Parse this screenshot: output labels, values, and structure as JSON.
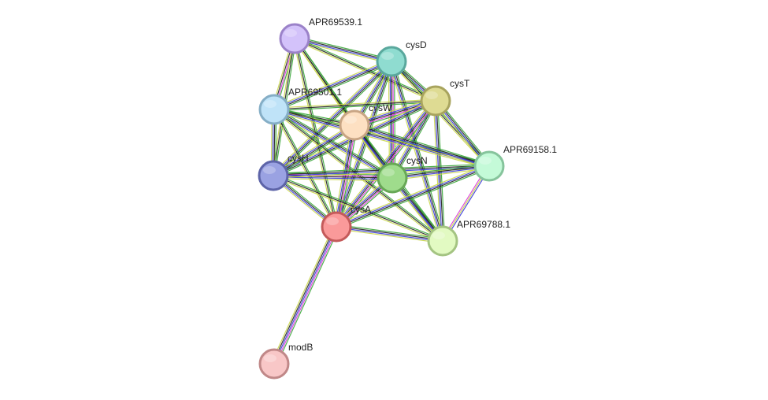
{
  "network": {
    "nodes": [
      {
        "id": "APR69539.1",
        "label": "APR69539.1",
        "fill": "#d3c2fa",
        "stroke": "#9b82c9"
      },
      {
        "id": "cysD",
        "label": "cysD",
        "fill": "#8fdcd0",
        "stroke": "#5aa89d"
      },
      {
        "id": "cysT",
        "label": "cysT",
        "fill": "#dedb93",
        "stroke": "#a8a45e"
      },
      {
        "id": "APR69501.1",
        "label": "APR69501.1",
        "fill": "#bfe3f8",
        "stroke": "#85aec6"
      },
      {
        "id": "cysW",
        "label": "cysW",
        "fill": "#fde0c2",
        "stroke": "#c8a584"
      },
      {
        "id": "cysH",
        "label": "cysH",
        "fill": "#9aa2e2",
        "stroke": "#5d64a8"
      },
      {
        "id": "cysN",
        "label": "cysN",
        "fill": "#9fdc8c",
        "stroke": "#68a856"
      },
      {
        "id": "APR69158.1",
        "label": "APR69158.1",
        "fill": "#c4fad8",
        "stroke": "#86c49c"
      },
      {
        "id": "cysA",
        "label": "cysA",
        "fill": "#fa9a9a",
        "stroke": "#c45a5a"
      },
      {
        "id": "APR69788.1",
        "label": "APR69788.1",
        "fill": "#e2fac2",
        "stroke": "#a4c482"
      },
      {
        "id": "modB",
        "label": "modB",
        "fill": "#f8c7c7",
        "stroke": "#c08888"
      }
    ],
    "edges": [
      {
        "source": "APR69539.1",
        "target": "cysD",
        "colors": [
          "#3aa63a",
          "#222222",
          "#3a3ad9",
          "#c9d64a"
        ]
      },
      {
        "source": "APR69539.1",
        "target": "cysT",
        "colors": [
          "#3aa63a",
          "#222222",
          "#c9d64a"
        ]
      },
      {
        "source": "APR69539.1",
        "target": "APR69501.1",
        "colors": [
          "#3aa63a",
          "#d93ad9",
          "#222222",
          "#c9d64a"
        ]
      },
      {
        "source": "APR69539.1",
        "target": "cysW",
        "colors": [
          "#3aa63a",
          "#222222",
          "#c9d64a"
        ]
      },
      {
        "source": "APR69539.1",
        "target": "cysH",
        "colors": [
          "#3aa63a",
          "#222222",
          "#c9d64a"
        ]
      },
      {
        "source": "APR69539.1",
        "target": "cysN",
        "colors": [
          "#3aa63a",
          "#222222",
          "#c9d64a"
        ]
      },
      {
        "source": "APR69539.1",
        "target": "cysA",
        "colors": [
          "#3aa63a",
          "#222222",
          "#c9d64a"
        ]
      },
      {
        "source": "cysD",
        "target": "cysT",
        "colors": [
          "#3aa63a",
          "#222222",
          "#3a3ad9",
          "#c9d64a"
        ]
      },
      {
        "source": "cysD",
        "target": "APR69501.1",
        "colors": [
          "#3aa63a",
          "#222222",
          "#3a3ad9",
          "#c9d64a"
        ]
      },
      {
        "source": "cysD",
        "target": "cysW",
        "colors": [
          "#3aa63a",
          "#222222",
          "#3a3ad9",
          "#c9d64a"
        ]
      },
      {
        "source": "cysD",
        "target": "cysH",
        "colors": [
          "#3aa63a",
          "#222222",
          "#3a3ad9",
          "#c9d64a"
        ]
      },
      {
        "source": "cysD",
        "target": "cysN",
        "colors": [
          "#3aa63a",
          "#d93ad9",
          "#222222",
          "#3a3ad9",
          "#c9d64a"
        ]
      },
      {
        "source": "cysD",
        "target": "APR69158.1",
        "colors": [
          "#3aa63a",
          "#222222",
          "#c9d64a"
        ]
      },
      {
        "source": "cysD",
        "target": "cysA",
        "colors": [
          "#3aa63a",
          "#222222",
          "#3a3ad9",
          "#c9d64a"
        ]
      },
      {
        "source": "cysD",
        "target": "APR69788.1",
        "colors": [
          "#3aa63a",
          "#222222",
          "#3a3ad9",
          "#c9d64a"
        ]
      },
      {
        "source": "cysT",
        "target": "APR69501.1",
        "colors": [
          "#3aa63a",
          "#222222",
          "#c9d64a"
        ]
      },
      {
        "source": "cysT",
        "target": "cysW",
        "colors": [
          "#3aa63a",
          "#d93ad9",
          "#222222",
          "#3a3ad9",
          "#c9d64a"
        ]
      },
      {
        "source": "cysT",
        "target": "cysH",
        "colors": [
          "#3aa63a",
          "#222222",
          "#3a3ad9",
          "#c9d64a"
        ]
      },
      {
        "source": "cysT",
        "target": "cysN",
        "colors": [
          "#3aa63a",
          "#222222",
          "#3a3ad9",
          "#c9d64a"
        ]
      },
      {
        "source": "cysT",
        "target": "APR69158.1",
        "colors": [
          "#3aa63a",
          "#222222",
          "#3a3ad9",
          "#c9d64a"
        ]
      },
      {
        "source": "cysT",
        "target": "cysA",
        "colors": [
          "#3aa63a",
          "#d93ad9",
          "#222222",
          "#3a3ad9",
          "#c9d64a"
        ]
      },
      {
        "source": "cysT",
        "target": "APR69788.1",
        "colors": [
          "#3aa63a",
          "#222222",
          "#3a3ad9",
          "#c9d64a"
        ]
      },
      {
        "source": "APR69501.1",
        "target": "cysW",
        "colors": [
          "#3aa63a",
          "#222222",
          "#c9d64a"
        ]
      },
      {
        "source": "APR69501.1",
        "target": "cysH",
        "colors": [
          "#3aa63a",
          "#222222",
          "#3a3ad9",
          "#c9d64a"
        ]
      },
      {
        "source": "APR69501.1",
        "target": "cysN",
        "colors": [
          "#3aa63a",
          "#222222",
          "#3a3ad9",
          "#c9d64a"
        ]
      },
      {
        "source": "APR69501.1",
        "target": "APR69158.1",
        "colors": [
          "#3aa63a",
          "#222222",
          "#3a3ad9",
          "#c9d64a"
        ]
      },
      {
        "source": "APR69501.1",
        "target": "cysA",
        "colors": [
          "#3aa63a",
          "#222222",
          "#c9d64a"
        ]
      },
      {
        "source": "APR69501.1",
        "target": "APR69788.1",
        "colors": [
          "#3aa63a",
          "#222222",
          "#c9d64a"
        ]
      },
      {
        "source": "cysW",
        "target": "cysH",
        "colors": [
          "#3aa63a",
          "#222222",
          "#3a3ad9",
          "#c9d64a"
        ]
      },
      {
        "source": "cysW",
        "target": "cysN",
        "colors": [
          "#3aa63a",
          "#222222",
          "#3a3ad9",
          "#c9d64a"
        ]
      },
      {
        "source": "cysW",
        "target": "APR69158.1",
        "colors": [
          "#3aa63a",
          "#222222",
          "#3a3ad9",
          "#c9d64a"
        ]
      },
      {
        "source": "cysW",
        "target": "cysA",
        "colors": [
          "#3aa63a",
          "#d93ad9",
          "#222222",
          "#3a3ad9",
          "#c9d64a"
        ]
      },
      {
        "source": "cysW",
        "target": "APR69788.1",
        "colors": [
          "#3aa63a",
          "#222222",
          "#3a3ad9",
          "#c9d64a"
        ]
      },
      {
        "source": "cysH",
        "target": "cysN",
        "colors": [
          "#3aa63a",
          "#d93ad9",
          "#222222",
          "#3a3ad9",
          "#c9d64a"
        ]
      },
      {
        "source": "cysH",
        "target": "APR69158.1",
        "colors": [
          "#3aa63a",
          "#222222",
          "#3a3ad9",
          "#c9d64a"
        ]
      },
      {
        "source": "cysH",
        "target": "cysA",
        "colors": [
          "#3aa63a",
          "#222222",
          "#3a3ad9",
          "#c9d64a"
        ]
      },
      {
        "source": "cysH",
        "target": "APR69788.1",
        "colors": [
          "#3aa63a",
          "#222222",
          "#c9d64a"
        ]
      },
      {
        "source": "cysN",
        "target": "APR69158.1",
        "colors": [
          "#3aa63a",
          "#222222",
          "#3a3ad9",
          "#c9d64a"
        ]
      },
      {
        "source": "cysN",
        "target": "cysA",
        "colors": [
          "#3aa63a",
          "#d93ad9",
          "#222222",
          "#3a3ad9",
          "#c9d64a"
        ]
      },
      {
        "source": "cysN",
        "target": "APR69788.1",
        "colors": [
          "#3aa63a",
          "#222222",
          "#3a3ad9",
          "#c9d64a"
        ]
      },
      {
        "source": "APR69158.1",
        "target": "cysA",
        "colors": [
          "#3aa63a",
          "#222222",
          "#3a3ad9",
          "#c9d64a"
        ]
      },
      {
        "source": "APR69158.1",
        "target": "APR69788.1",
        "colors": [
          "#3a3ad9",
          "#c9d64a",
          "#d93ad9"
        ]
      },
      {
        "source": "cysA",
        "target": "APR69788.1",
        "colors": [
          "#3aa63a",
          "#222222",
          "#3a3ad9",
          "#c9d64a"
        ]
      },
      {
        "source": "cysA",
        "target": "modB",
        "colors": [
          "#3aa63a",
          "#d93ad9",
          "#3a3ad9",
          "#222222",
          "#c9d64a"
        ]
      }
    ]
  }
}
